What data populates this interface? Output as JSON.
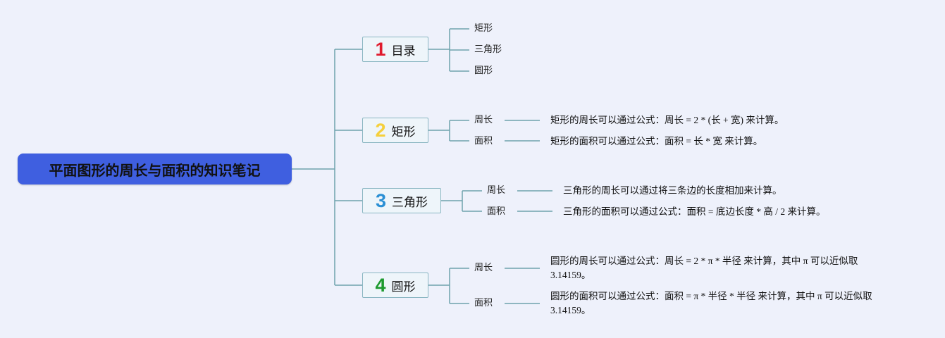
{
  "root": {
    "title": "平面图形的周长与面积的知识笔记"
  },
  "branches": [
    {
      "number": "1",
      "label": "目录",
      "color": "#e01b2d",
      "leaves": [
        {
          "label": "矩形"
        },
        {
          "label": "三角形"
        },
        {
          "label": "圆形"
        }
      ]
    },
    {
      "number": "2",
      "label": "矩形",
      "color": "#f5d03c",
      "leaves": [
        {
          "label": "周长",
          "text": "矩形的周长可以通过公式：周长 = 2 * (长 + 宽) 来计算。"
        },
        {
          "label": "面积",
          "text": "矩形的面积可以通过公式：面积 = 长 * 宽 来计算。"
        }
      ]
    },
    {
      "number": "3",
      "label": "三角形",
      "color": "#2a8fd4",
      "leaves": [
        {
          "label": "周长",
          "text": "三角形的周长可以通过将三条边的长度相加来计算。"
        },
        {
          "label": "面积",
          "text": "三角形的面积可以通过公式：面积 = 底边长度 * 高 / 2 来计算。"
        }
      ]
    },
    {
      "number": "4",
      "label": "圆形",
      "color": "#1e9a2f",
      "leaves": [
        {
          "label": "周长",
          "text": "圆形的周长可以通过公式：周长 = 2 * π * 半径 来计算，其中 π 可以近似取 3.14159。"
        },
        {
          "label": "面积",
          "text": "圆形的面积可以通过公式：面积 = π * 半径 * 半径 来计算，其中 π 可以近似取 3.14159。"
        }
      ]
    }
  ],
  "colors": {
    "connector": "#6fa3ad",
    "root_fill": "#3f5fe0",
    "branch_border": "#8ab6c2"
  }
}
